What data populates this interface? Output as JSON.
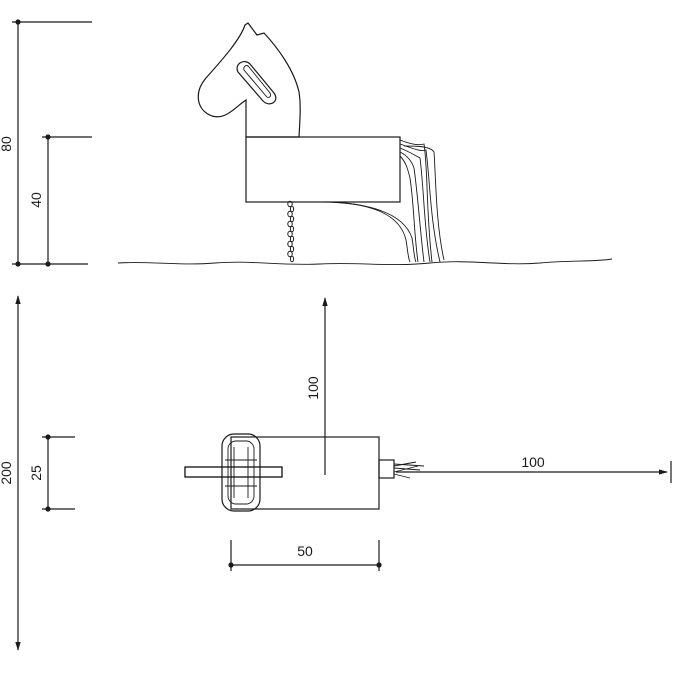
{
  "dimensions": {
    "side_total_height": "80",
    "side_seat_height": "40",
    "top_total_length": "200",
    "top_body_width": "25",
    "top_body_length": "50",
    "top_front_clearance": "100",
    "top_rear_clearance": "100"
  }
}
